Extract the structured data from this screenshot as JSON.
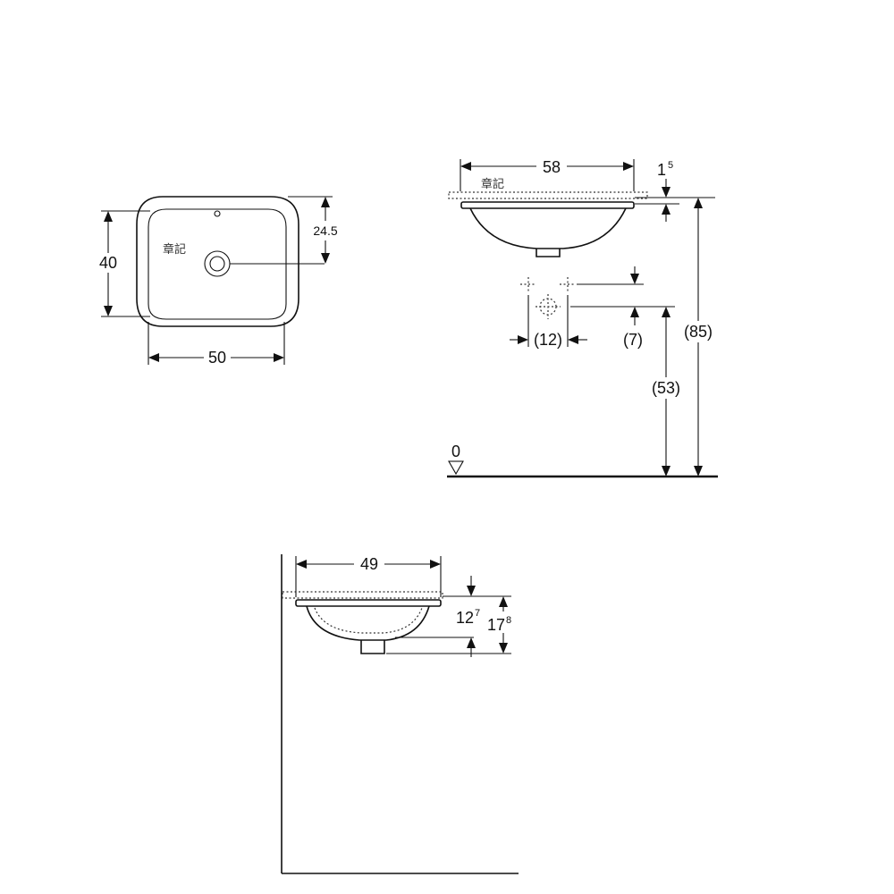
{
  "top_view": {
    "stamp": "章記",
    "width": "50",
    "depth": "40",
    "drain_offset": "24.5"
  },
  "side_view": {
    "stamp": "章記",
    "length": "58",
    "rim_height_main": "1",
    "rim_height_sup": "5",
    "valve_spacing": "(12)",
    "valve_drop": "(7)",
    "valve_height": "(53)",
    "rim_install_height": "(85)",
    "floor_level": "0"
  },
  "front_view": {
    "width": "49",
    "inner_depth_main": "12",
    "inner_depth_sup": "7",
    "outer_depth_main": "17",
    "outer_depth_sup": "8"
  }
}
